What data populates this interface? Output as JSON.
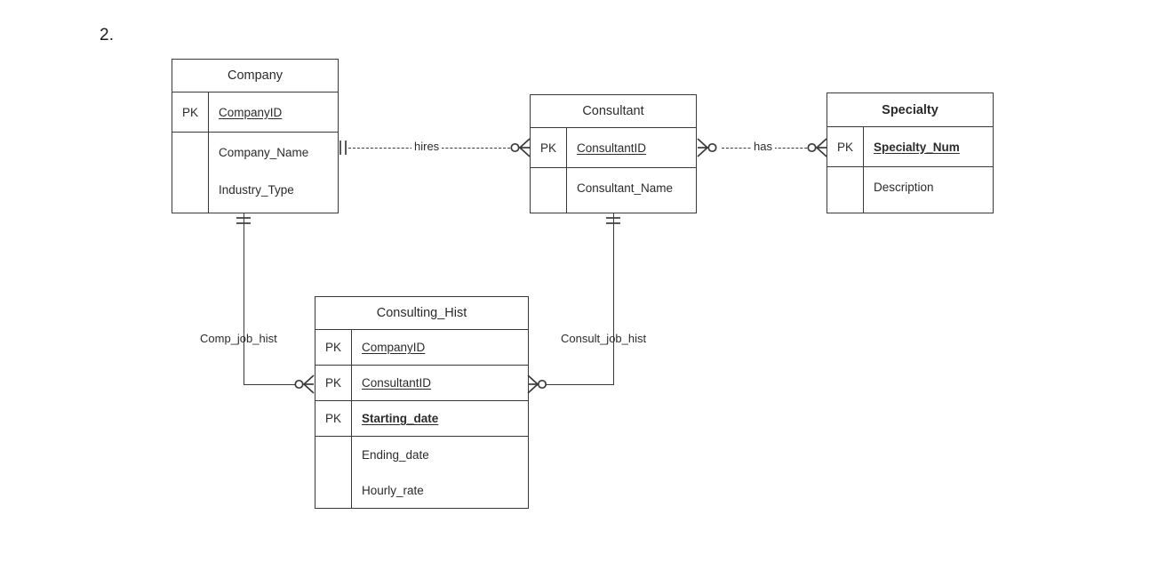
{
  "page": {
    "question_number": "2.",
    "diagram_type": "entity-relationship-diagram",
    "background_color": "#ffffff",
    "line_color": "#3a3a3a",
    "text_color": "#2b2b2b"
  },
  "entities": [
    {
      "name": "Company",
      "title": "Company",
      "bold_title": false,
      "keys": [
        {
          "key": "PK",
          "attribute": "CompanyID",
          "primary": true
        }
      ],
      "attributes": [
        {
          "key": "",
          "attribute": "Company_Name",
          "primary": false
        },
        {
          "key": "",
          "attribute": "Industry_Type",
          "primary": false
        }
      ]
    },
    {
      "name": "Consultant",
      "title": "Consultant",
      "bold_title": false,
      "keys": [
        {
          "key": "PK",
          "attribute": "ConsultantID",
          "primary": true
        }
      ],
      "attributes": [
        {
          "key": "",
          "attribute": "Consultant_Name",
          "primary": false
        }
      ]
    },
    {
      "name": "Specialty",
      "title": "Specialty",
      "bold_title": true,
      "keys": [
        {
          "key": "PK",
          "attribute": "Specialty_Num",
          "primary": true
        }
      ],
      "attributes": [
        {
          "key": "",
          "attribute": "Description",
          "primary": false
        }
      ]
    },
    {
      "name": "Consulting_Hist",
      "title": "Consulting_Hist",
      "bold_title": false,
      "keys": [
        {
          "key": "PK",
          "attribute": "CompanyID",
          "primary": true
        },
        {
          "key": "PK",
          "attribute": "ConsultantID",
          "primary": true
        },
        {
          "key": "PK",
          "attribute": "Starting_date",
          "primary": true
        }
      ],
      "attributes": [
        {
          "key": "",
          "attribute": "Ending_date",
          "primary": false
        },
        {
          "key": "",
          "attribute": "Hourly_rate",
          "primary": false
        }
      ]
    }
  ],
  "relationships": [
    {
      "name": "hires",
      "label": "hires",
      "from": "Company",
      "to": "Consultant",
      "style": "dashed",
      "from_cardinality": "one-and-only-one",
      "to_cardinality": "zero-or-many"
    },
    {
      "name": "has",
      "label": "has",
      "from": "Consultant",
      "to": "Specialty",
      "style": "dashed",
      "from_cardinality": "zero-or-many",
      "to_cardinality": "zero-or-many"
    },
    {
      "name": "Comp_job_hist",
      "label": "Comp_job_hist",
      "from": "Company",
      "to": "Consulting_Hist",
      "style": "solid",
      "from_cardinality": "one-and-only-one",
      "to_cardinality": "zero-or-many"
    },
    {
      "name": "Consult_job_hist",
      "label": "Consult_job_hist",
      "from": "Consultant",
      "to": "Consulting_Hist",
      "style": "solid",
      "from_cardinality": "one-and-only-one",
      "to_cardinality": "zero-or-many"
    }
  ]
}
